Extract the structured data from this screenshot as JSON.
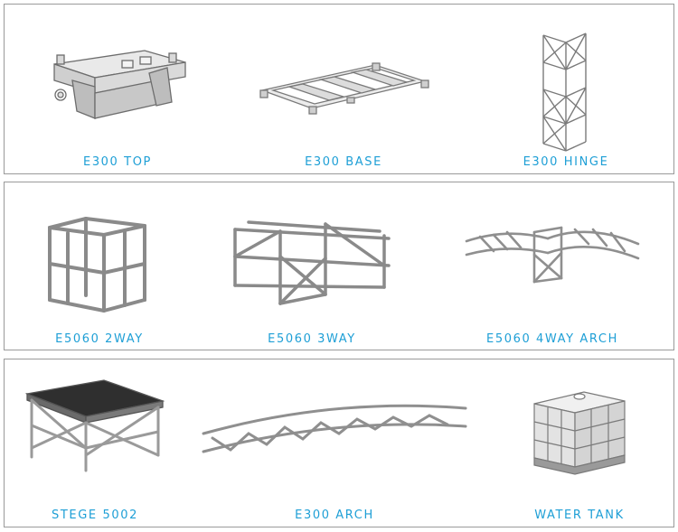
{
  "accent_color": "#1e9fd6",
  "rows": [
    {
      "items": [
        {
          "label": "E300 TOP",
          "icon": "truss-top-block-icon"
        },
        {
          "label": "E300 BASE",
          "icon": "truss-base-frame-icon"
        },
        {
          "label": "E300 HINGE",
          "icon": "truss-hinge-tower-icon"
        }
      ]
    },
    {
      "items": [
        {
          "label": "E5060 2WAY",
          "icon": "truss-2way-corner-icon"
        },
        {
          "label": "E5060 3WAY",
          "icon": "truss-3way-corner-icon"
        },
        {
          "label": "E5060 4WAY ARCH",
          "icon": "truss-4way-arch-icon"
        }
      ]
    },
    {
      "items": [
        {
          "label": "STEGE 5002",
          "icon": "stage-platform-icon"
        },
        {
          "label": "E300 ARCH",
          "icon": "truss-arch-beam-icon"
        },
        {
          "label": "WATER TANK",
          "icon": "water-tank-icon"
        }
      ]
    }
  ]
}
